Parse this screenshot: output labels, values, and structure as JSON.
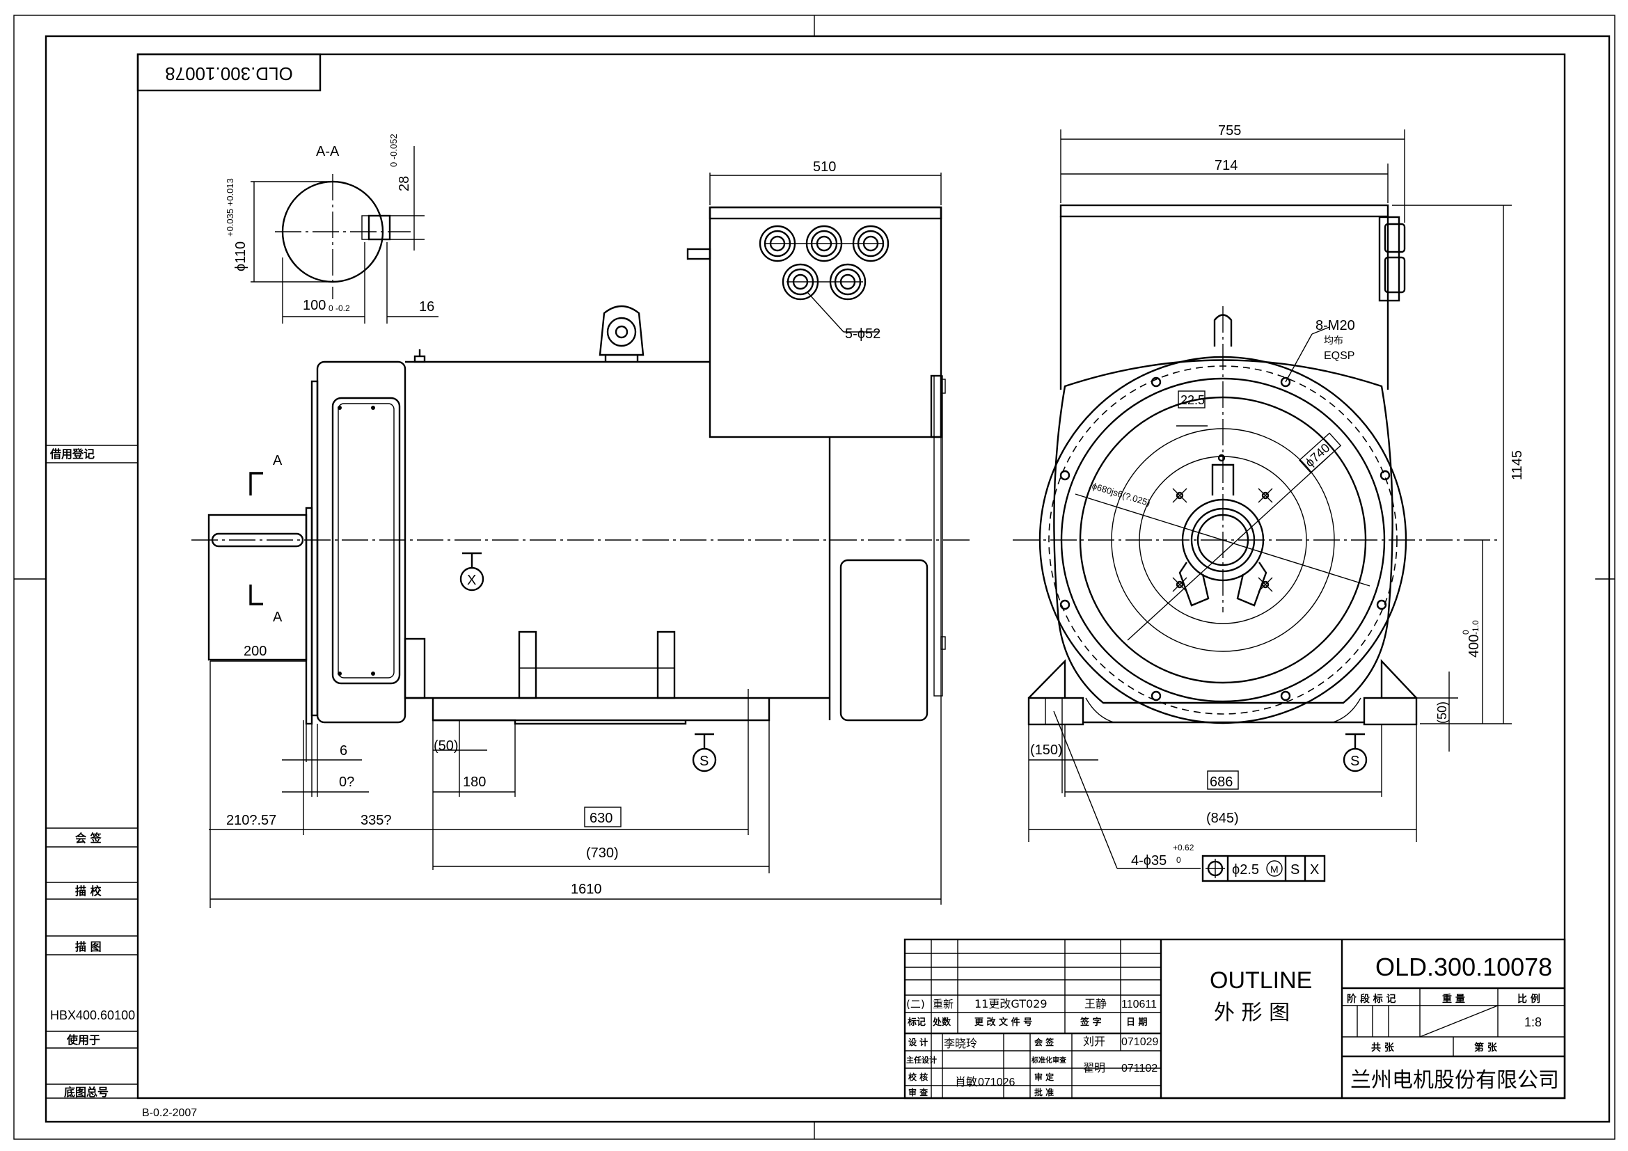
{
  "drawing_no": "OLD.300.10078",
  "drawing_no_mirrored": "OLD.300.10078",
  "title_en": "OUTLINE",
  "title_cn": "外 形 图",
  "company": "兰州电机股份有限公司",
  "scale_header": "比 例",
  "scale": "1:8",
  "stage_mark_header": "阶 段 标 记",
  "weight_header": "重 量",
  "sheet_total": "共  张",
  "sheet_no": "第  张",
  "standard_ref": "B-0.2-2007",
  "left_strip": {
    "usage": "借用登记",
    "countersign": "会 签",
    "trace": "描 校",
    "draw": "描 图",
    "used_on_value": "HBX400.60100",
    "used_on": "使用于",
    "base_no": "底图总号"
  },
  "revision": {
    "mark": "(二)",
    "count": "重新",
    "doc": "11更改GT029",
    "signer": "王静",
    "date": "110611",
    "header_mark": "标记",
    "header_count": "处数",
    "header_doc": "更 改 文 件 号",
    "header_sign": "签 字",
    "header_date": "日 期"
  },
  "signatures": {
    "design_label": "设 计",
    "design_name": "李晓玲",
    "chief_label": "主任设计",
    "check_label": "校 核",
    "check_name": "肖敏",
    "check_date": "071026",
    "audit_label": "审 查",
    "co_label": "会 签",
    "co_name": "刘开",
    "co_date": "071029",
    "std_label": "标准化审查",
    "std_name": "翟明",
    "std_date": "071102",
    "review_label": "审 定",
    "approve_label": "批 准"
  },
  "section_label": "A-A",
  "section_a": "A",
  "datum_x": "X",
  "datum_s": "S",
  "dims": {
    "d510": "510",
    "d755": "755",
    "d714": "714",
    "d1145": "1145",
    "d400": "400",
    "d400_tol_up": "0",
    "d400_tol_lo": "-1.0",
    "d50": "(50)",
    "d200": "200",
    "d6": "6",
    "d0q": "0?",
    "d180": "180",
    "d210": "210?.57",
    "d335": "335?",
    "d630": "630",
    "d730": "(730)",
    "d1610": "1610",
    "d150": "(150)",
    "d686": "686",
    "d845": "(845)",
    "d22_5": "22.5",
    "d740": "ϕ740",
    "d680": "ϕ680js6(?.025)",
    "m20": "8-M20",
    "m20_sub1": "均布",
    "m20_sub2": "EQSP",
    "holes5": "5-ϕ52",
    "holes4": "4-ϕ35",
    "holes4_tol_up": "+0.62",
    "holes4_tol_lo": "0",
    "tol_pos": "ϕ2.5",
    "tol_m": "M",
    "shaft_d": "ϕ110",
    "shaft_tol": "+0.035 +0.013",
    "key_28": "28",
    "key_28_tol": "0 -0.052",
    "key_100": "100",
    "key_100_tol": "0 -0.2",
    "key_16": "16"
  }
}
